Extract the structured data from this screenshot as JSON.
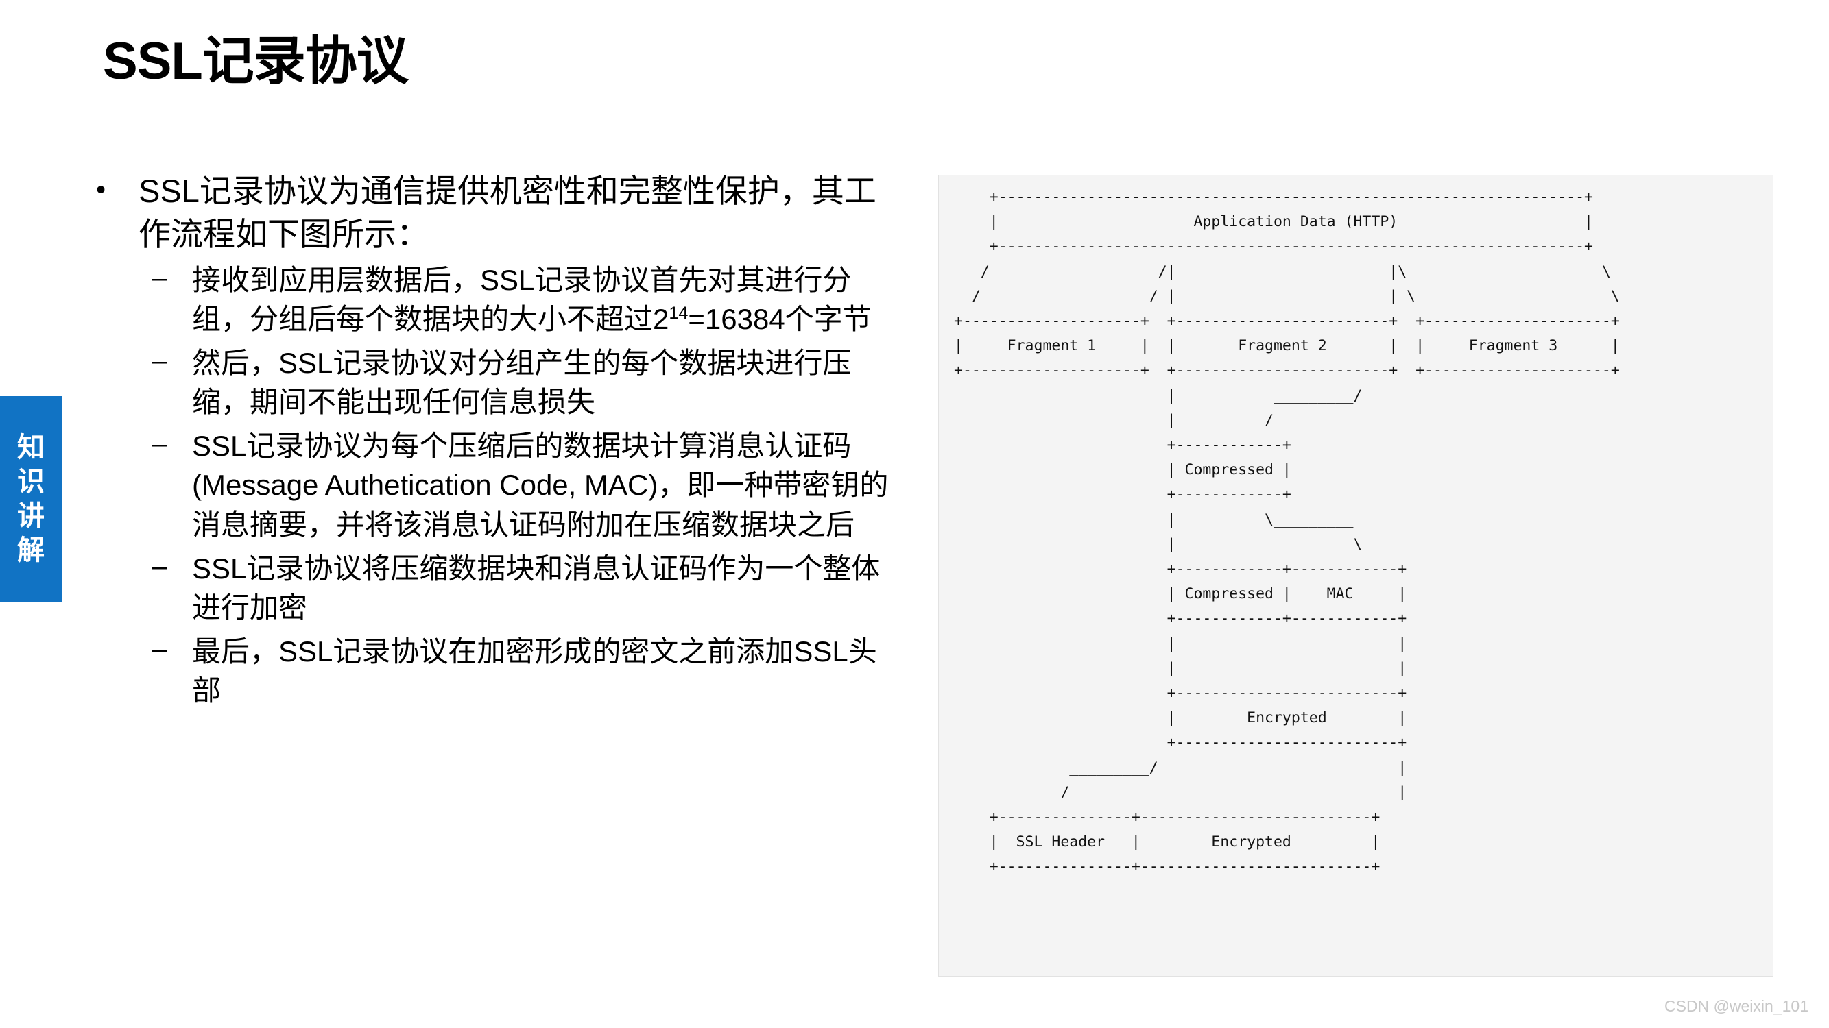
{
  "slide": {
    "title": "SSL记录协议",
    "side_tab_text": "知识讲解",
    "side_tab_color": "#1173C4",
    "watermark": "CSDN @weixin_101",
    "background_color": "#ffffff"
  },
  "content": {
    "bullets": [
      {
        "level": 1,
        "marker": "•",
        "text": "SSL记录协议为通信提供机密性和完整性保护，其工作流程如下图所示："
      }
    ],
    "sub_bullets": [
      {
        "level": 2,
        "marker": "–",
        "text_before_sup": "接收到应用层数据后，SSL记录协议首先对其进行分组，分组后每个数据块的大小不超过2",
        "sup": "14",
        "text_after_sup": "=16384个字节"
      },
      {
        "level": 2,
        "marker": "–",
        "text": "然后，SSL记录协议对分组产生的每个数据块进行压缩，期间不能出现任何信息损失"
      },
      {
        "level": 2,
        "marker": "–",
        "text": "SSL记录协议为每个压缩后的数据块计算消息认证码(Message Authetication Code, MAC)，即一种带密钥的消息摘要，并将该消息认证码附加在压缩数据块之后"
      },
      {
        "level": 2,
        "marker": "–",
        "text": "SSL记录协议将压缩数据块和消息认证码作为一个整体进行加密"
      },
      {
        "level": 2,
        "marker": "–",
        "text": "最后，SSL记录协议在加密形成的密文之前添加SSL头部"
      }
    ]
  },
  "diagram": {
    "panel_background": "#f4f4f4",
    "labels": [
      "Application Data (HTTP)",
      "Fragment 1",
      "Fragment 2",
      "Fragment 3",
      "Compressed",
      "Compressed",
      "MAC",
      "Encrypted",
      "SSL Header",
      "Encrypted"
    ],
    "ascii": "    +------------------------------------------------------------------+\n    |                      Application Data (HTTP)                     |\n    +------------------------------------------------------------------+\n   /                   /|                        |\\                      \\\n  /                   / |                        | \\                      \\\n+--------------------+  +------------------------+  +---------------------+\n|     Fragment 1     |  |       Fragment 2       |  |     Fragment 3      |\n+--------------------+  +------------------------+  +---------------------+\n                        |           _________/\n                        |          /\n                        +------------+\n                        | Compressed |\n                        +------------+\n                        |          \\_________\n                        |                    \\\n                        +------------+------------+\n                        | Compressed |    MAC     |\n                        +------------+------------+\n                        |                         |\n                        |                         |\n                        +-------------------------+\n                        |        Encrypted        |\n                        +-------------------------+\n             _________/                           |\n            /                                     |\n    +---------------+--------------------------+\n    |  SSL Header   |        Encrypted         |\n    +---------------+--------------------------+"
  }
}
